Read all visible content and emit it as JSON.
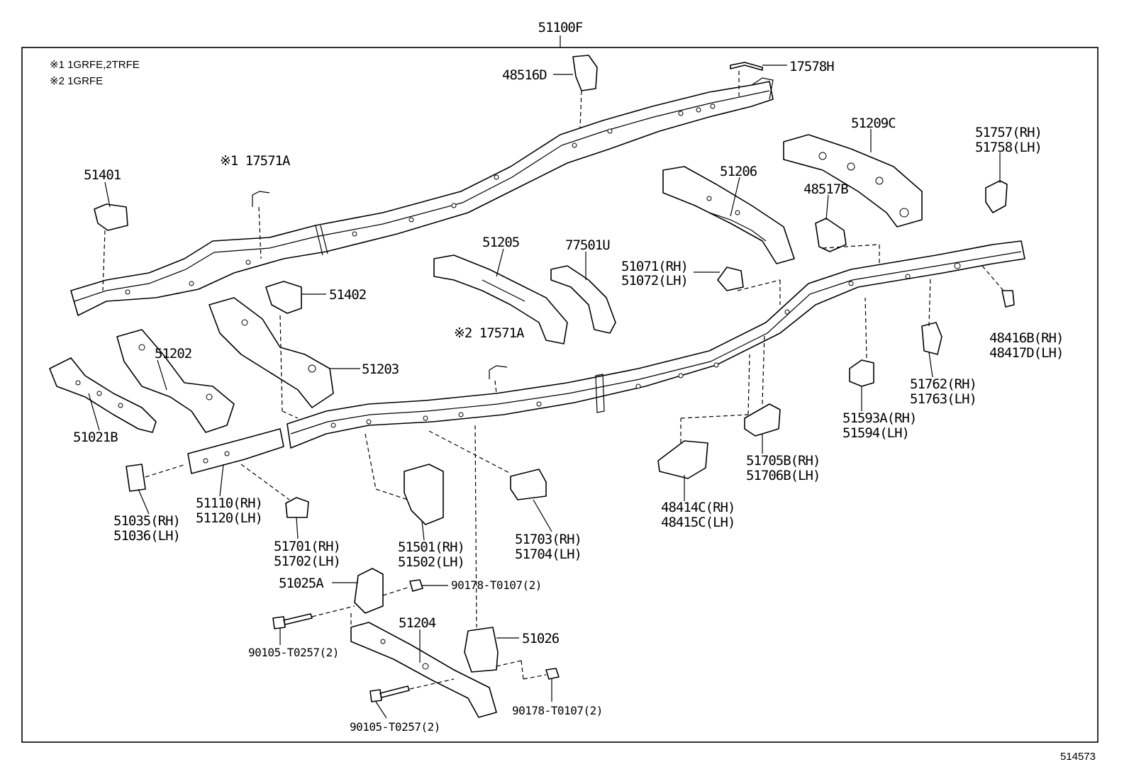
{
  "title_part": "51100F",
  "notes": [
    "※1 1GRFE,2TRFE",
    "※2 1GRFE"
  ],
  "diagram_id": "514573",
  "labels": {
    "p48516D": "48516D",
    "p17578H": "17578H",
    "p51209C": "51209C",
    "p51757": "51757(RH)",
    "p51758": "51758(LH)",
    "p51401": "51401",
    "p17571A_1": "※1 17571A",
    "p51206": "51206",
    "p48517B": "48517B",
    "p51205": "51205",
    "p77501U": "77501U",
    "p51071": "51071(RH)",
    "p51072": "51072(LH)",
    "p51402": "51402",
    "p48416B": "48416B(RH)",
    "p48417D": "48417D(LH)",
    "p17571A_2": "※2 17571A",
    "p51202": "51202",
    "p51203": "51203",
    "p51762": "51762(RH)",
    "p51763": "51763(LH)",
    "p51593A": "51593A(RH)",
    "p51594": "51594(LH)",
    "p51021B": "51021B",
    "p51705B": "51705B(RH)",
    "p51706B": "51706B(LH)",
    "p51110": "51110(RH)",
    "p51120": "51120(LH)",
    "p48414C": "48414C(RH)",
    "p48415C": "48415C(LH)",
    "p51035": "51035(RH)",
    "p51036": "51036(LH)",
    "p51703": "51703(RH)",
    "p51704": "51704(LH)",
    "p51701": "51701(RH)",
    "p51702": "51702(LH)",
    "p51501": "51501(RH)",
    "p51502": "51502(LH)",
    "p51025A": "51025A",
    "p90178_a": "90178-T0107(2)",
    "p51204": "51204",
    "p51026": "51026",
    "p90105_a": "90105-T0257(2)",
    "p90178_b": "90178-T0107(2)",
    "p90105_b": "90105-T0257(2)"
  }
}
